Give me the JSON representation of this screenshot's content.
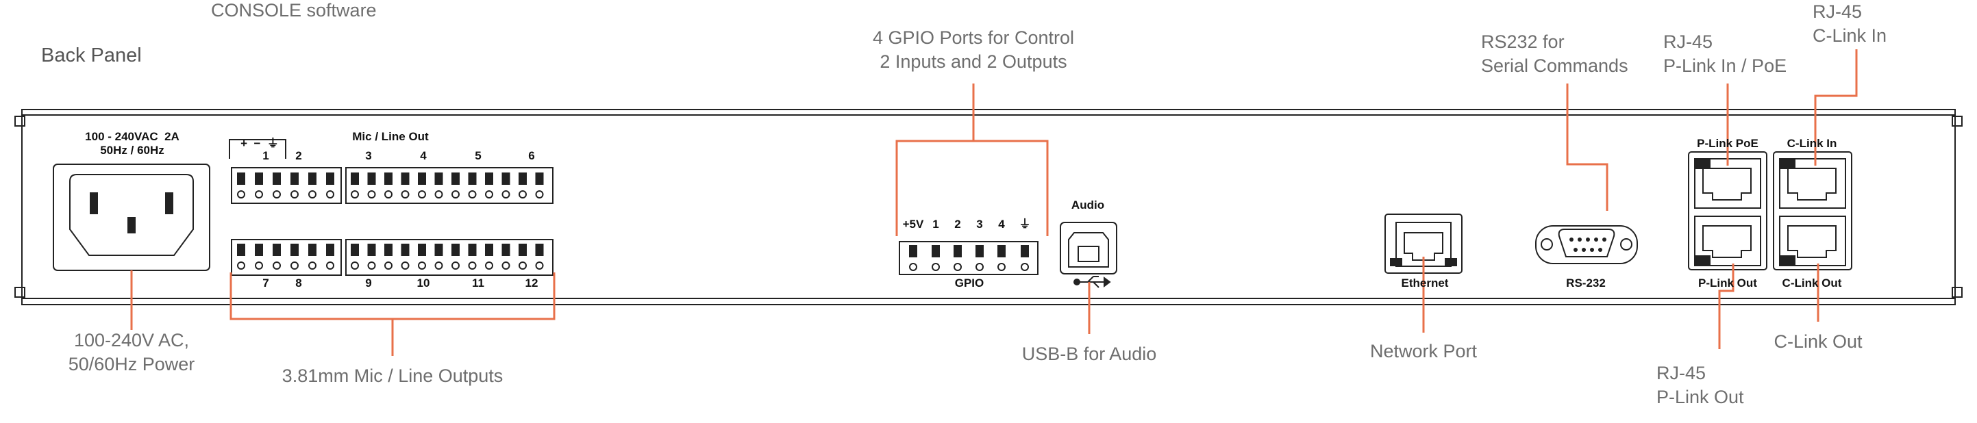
{
  "headings": {
    "top_cut": "CONSOLE software",
    "panel_title": "Back Panel"
  },
  "callouts": {
    "power": "100-240V AC,\n50/60Hz Power",
    "mic_outputs": "3.81mm Mic / Line Outputs",
    "gpio": "4 GPIO Ports for Control\n2 Inputs and 2 Outputs",
    "usb": "USB-B for Audio",
    "network": "Network Port",
    "rs232": "RS232 for\nSerial Commands",
    "plink_in": "RJ-45\nP-Link In / PoE",
    "clink_in": "RJ-45\nC-Link In",
    "plink_out": "RJ-45\nP-Link Out",
    "clink_out": "C-Link Out"
  },
  "panel_labels": {
    "power_rating": "100 - 240VAC  2A\n50Hz / 60Hz",
    "mic_line_out": "Mic / Line Out",
    "polarity": "+  −  ⏚",
    "top_channels": [
      "1",
      "2",
      "3",
      "4",
      "5",
      "6"
    ],
    "bottom_channels": [
      "7",
      "8",
      "9",
      "10",
      "11",
      "12"
    ],
    "gpio_pins": [
      "+5V",
      "1",
      "2",
      "3",
      "4",
      "⏚"
    ],
    "gpio": "GPIO",
    "audio": "Audio",
    "ethernet": "Ethernet",
    "rs232": "RS-232",
    "plink_poe": "P-Link PoE",
    "clink_in": "C-Link In",
    "plink_out": "P-Link Out",
    "clink_out": "C-Link Out"
  },
  "colors": {
    "callout_line": "#e8704a",
    "callout_text": "#6e6e6e",
    "panel_stroke": "#222222"
  }
}
